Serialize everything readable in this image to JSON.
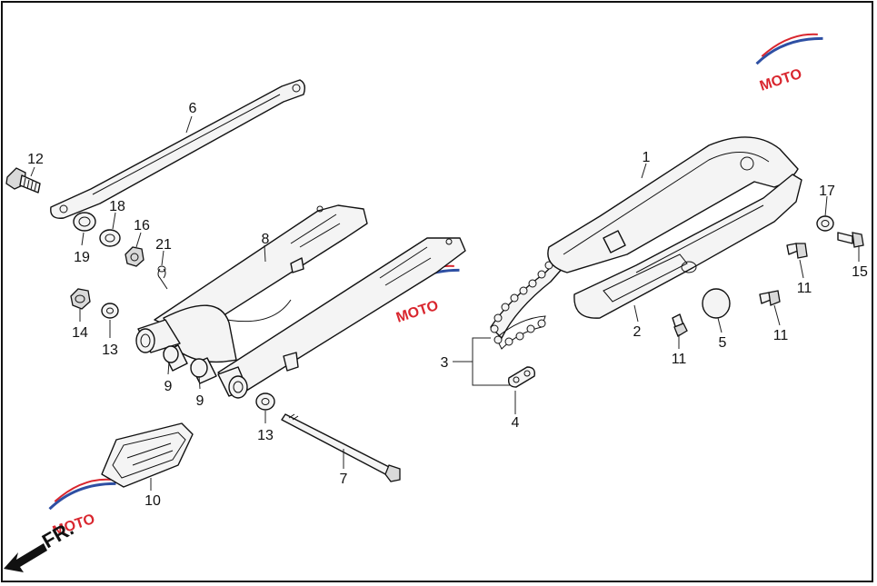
{
  "diagram": {
    "callouts": [
      {
        "id": "c1",
        "label": "1"
      },
      {
        "id": "c2",
        "label": "2"
      },
      {
        "id": "c3",
        "label": "3"
      },
      {
        "id": "c4",
        "label": "4"
      },
      {
        "id": "c5",
        "label": "5"
      },
      {
        "id": "c6",
        "label": "6"
      },
      {
        "id": "c7",
        "label": "7"
      },
      {
        "id": "c8",
        "label": "8"
      },
      {
        "id": "c9a",
        "label": "9"
      },
      {
        "id": "c9b",
        "label": "9"
      },
      {
        "id": "c10",
        "label": "10"
      },
      {
        "id": "c11a",
        "label": "11"
      },
      {
        "id": "c11b",
        "label": "11"
      },
      {
        "id": "c11c",
        "label": "11"
      },
      {
        "id": "c12",
        "label": "12"
      },
      {
        "id": "c13a",
        "label": "13"
      },
      {
        "id": "c13b",
        "label": "13"
      },
      {
        "id": "c14",
        "label": "14"
      },
      {
        "id": "c15",
        "label": "15"
      },
      {
        "id": "c16",
        "label": "16"
      },
      {
        "id": "c17",
        "label": "17"
      },
      {
        "id": "c18",
        "label": "18"
      },
      {
        "id": "c19",
        "label": "19"
      },
      {
        "id": "c21",
        "label": "21"
      }
    ],
    "direction_label": "FR.",
    "watermark": {
      "text": "MOTO",
      "colors": {
        "red": "#d9262e",
        "blue": "#2e4fa3"
      }
    }
  }
}
